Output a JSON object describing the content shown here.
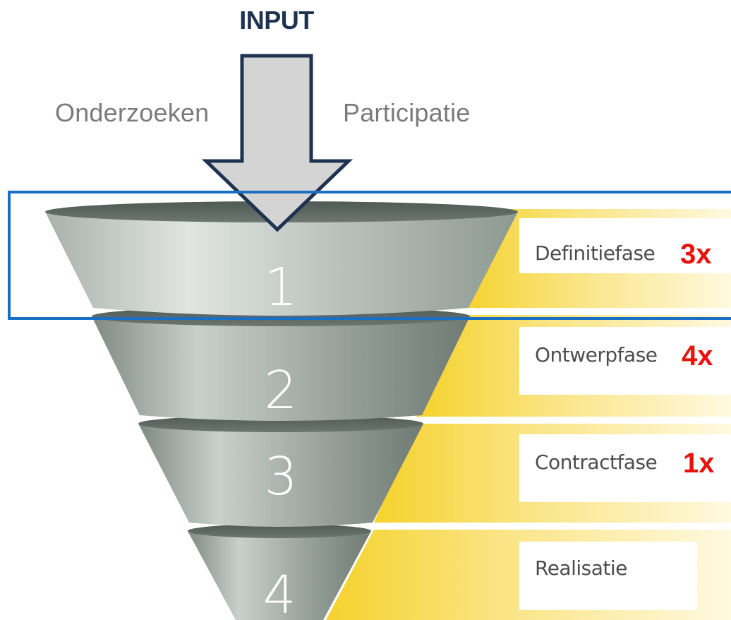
{
  "input_arrow": {
    "label": "INPUT",
    "left_label": "Onderzoeken",
    "right_label": "Participatie"
  },
  "funnel": {
    "stages": [
      {
        "number": "1",
        "phase": "Definitiefase",
        "count": "3x"
      },
      {
        "number": "2",
        "phase": "Ontwerpfase",
        "count": "4x"
      },
      {
        "number": "3",
        "phase": "Contractfase",
        "count": "1x"
      },
      {
        "number": "4",
        "phase": "Realisatie",
        "count": ""
      }
    ],
    "highlighted_stage": "1"
  },
  "colors": {
    "input_label": "#1f3350",
    "arrow_fill": "#d4d4d4",
    "arrow_outline": "#1f3350",
    "highlight_border": "#1a6fc4",
    "count_text": "#e8130c",
    "funnel_dark": "#5f6b65",
    "funnel_light": "#c4cbc6",
    "band_yellow": "#f6d63f"
  }
}
